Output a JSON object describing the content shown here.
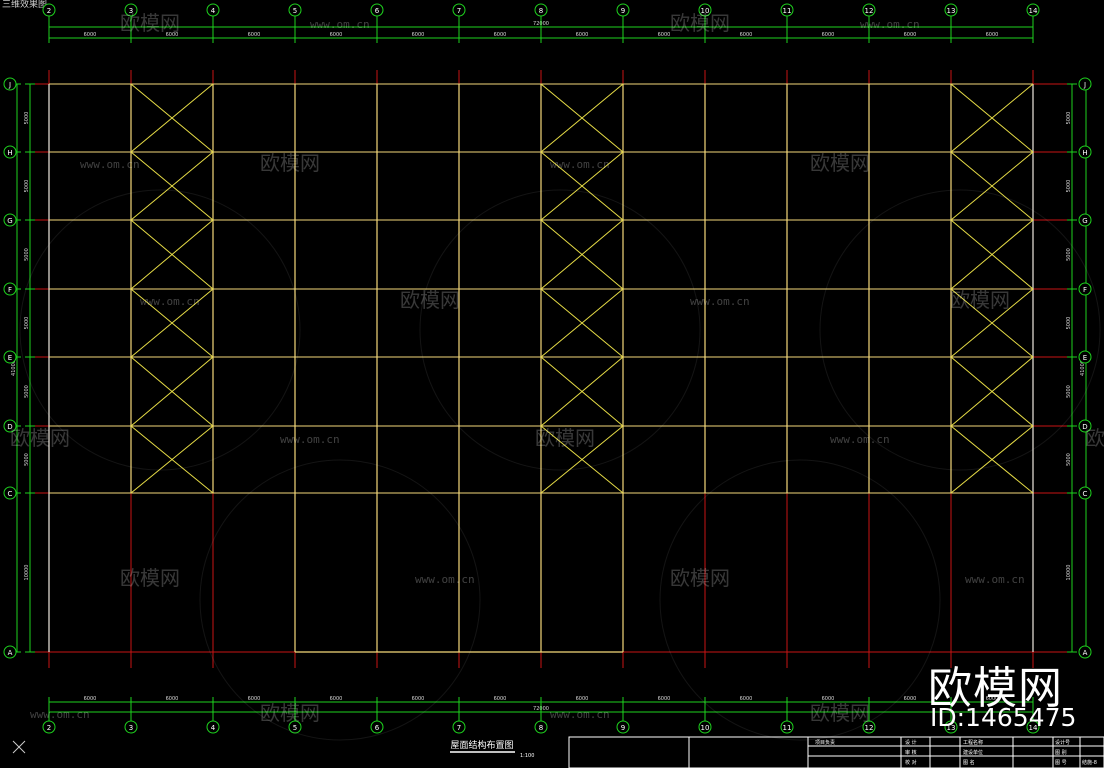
{
  "top_label": "三维效果图",
  "drawing_title": "屋面结构布置图",
  "drawing_scale": "1:100",
  "grid_x_labels": [
    "2",
    "3",
    "4",
    "5",
    "6",
    "7",
    "8",
    "9",
    "10",
    "11",
    "12",
    "13",
    "14"
  ],
  "grid_y_labels": [
    "J",
    "H",
    "G",
    "F",
    "E",
    "D",
    "C",
    "A"
  ],
  "bay_dims_top": [
    "6000",
    "6000",
    "6000",
    "6000",
    "6000",
    "6000",
    "6000",
    "6000",
    "6000",
    "6000",
    "6000",
    "6000"
  ],
  "bay_dims_bottom": [
    "6000",
    "6000",
    "6000",
    "6000",
    "6000",
    "6000",
    "6000",
    "6000",
    "6000",
    "6000",
    "6000",
    "6000"
  ],
  "overall_x_top": "72000",
  "overall_x_bottom": "72000",
  "span_dims_left": [
    "5000",
    "5000",
    "5000",
    "5000",
    "5000",
    "5000",
    "10000"
  ],
  "span_dims_right": [
    "5000",
    "5000",
    "5000",
    "5000",
    "5000",
    "5000",
    "10000"
  ],
  "overall_y_left": "41000",
  "overall_y_right": "41000",
  "title_block_labels": [
    "设 计",
    "审 核",
    "校 对",
    "项目负责",
    "工程名称",
    "图 名",
    "建设单位",
    "设计号",
    "图 别",
    "图 号",
    "结施-8"
  ],
  "watermark_cn": "欧模网",
  "watermark_url": "www.om.cn",
  "watermark_big": "欧模网",
  "watermark_id": "ID:1465475",
  "colors": {
    "background": "#000000",
    "grid_green": "#1ed21e",
    "axis_red": "#c81414",
    "beam_yellow": "#f5d97a",
    "brace_yellow": "#e6dc46",
    "frame_white": "#f0eae0"
  }
}
